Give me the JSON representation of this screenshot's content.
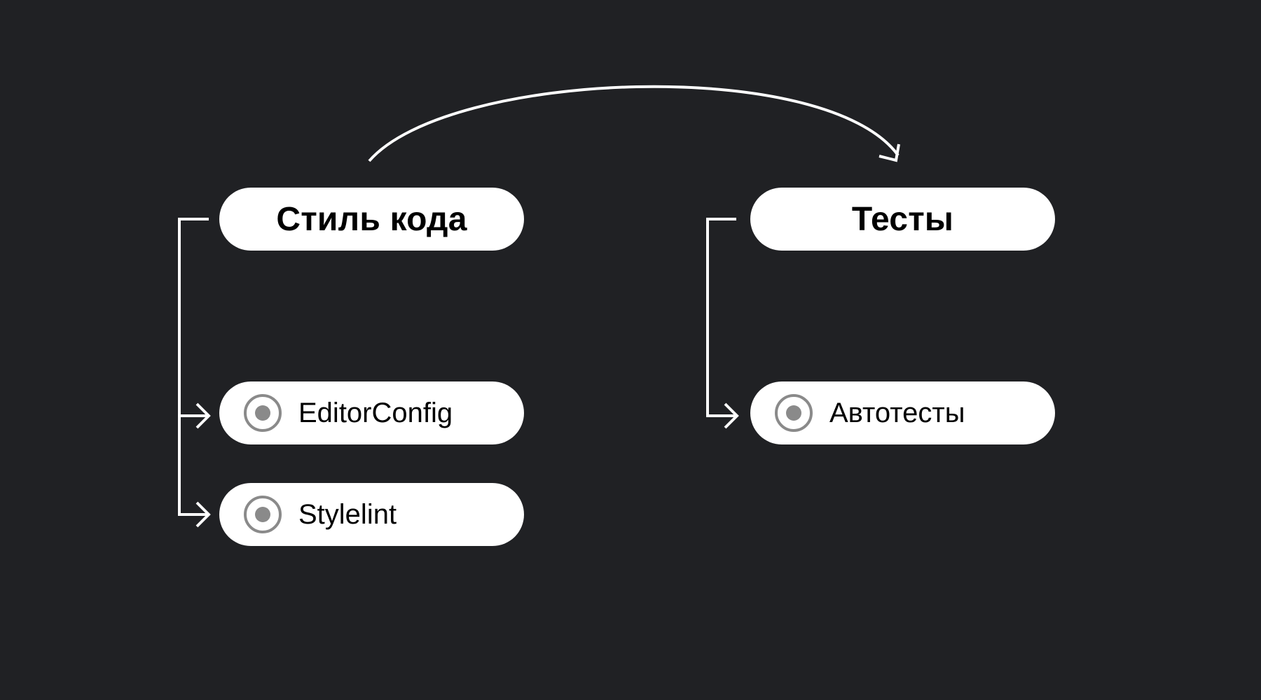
{
  "groups": [
    {
      "title": "Стиль кода",
      "items": [
        {
          "label": "EditorConfig",
          "icon": "radio-icon"
        },
        {
          "label": "Stylelint",
          "icon": "radio-icon"
        }
      ]
    },
    {
      "title": "Тесты",
      "items": [
        {
          "label": "Автотесты",
          "icon": "radio-icon"
        }
      ]
    }
  ],
  "colors": {
    "background": "#202124",
    "node": "#ffffff",
    "text": "#000000",
    "connector": "#ffffff",
    "radio": "#8a8a8a"
  }
}
